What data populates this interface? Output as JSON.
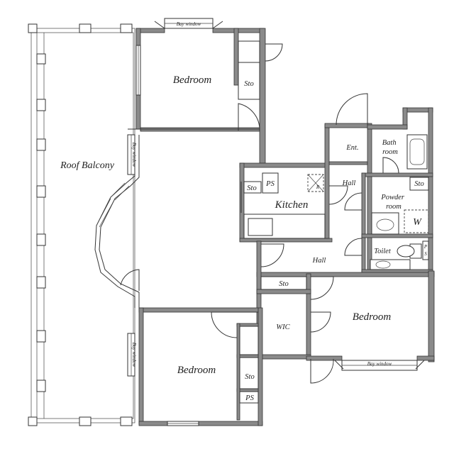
{
  "rooms": {
    "bedroom_top": "Bedroom",
    "bedroom_bottom": "Bedroom",
    "bedroom_right": "Bedroom",
    "roof_balcony": "Roof Balcony",
    "kitchen": "Kitchen",
    "entrance": "Ent.",
    "bath": "Bath\nroom",
    "powder": "Powder\nroom",
    "toilet": "Toilet",
    "hall_upper": "Hall",
    "hall_lower": "Hall",
    "wic": "WIC"
  },
  "labels": {
    "sto": "Sto",
    "ps": "PS",
    "p": "P",
    "s": "S",
    "r": "R",
    "w": "W",
    "bay_window": "Bay window"
  }
}
